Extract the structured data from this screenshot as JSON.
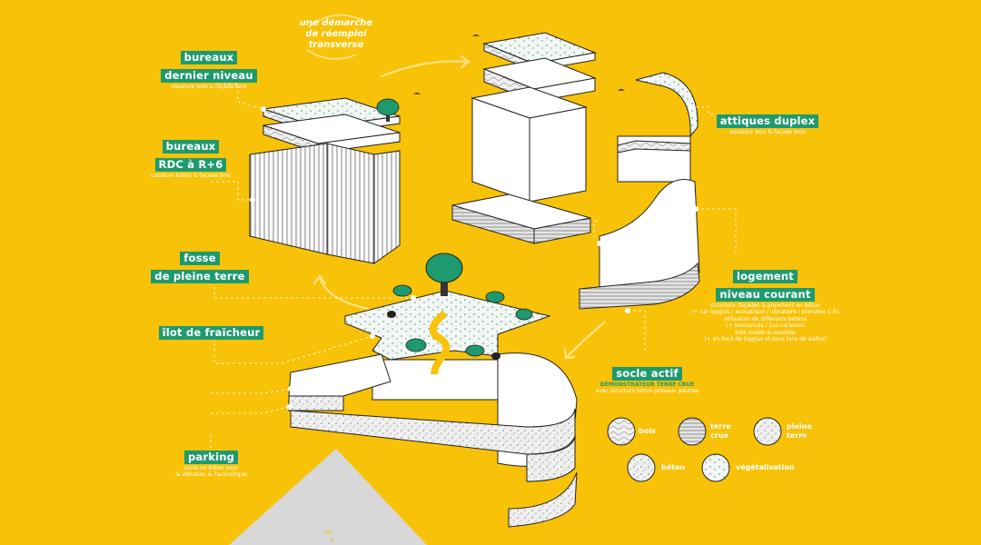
{
  "motto": {
    "line1": "une démarche",
    "line2": "de réemploi",
    "line3": "transverse"
  },
  "labels": {
    "bureaux_dernier": {
      "title1": "bureaux",
      "title2": "dernier niveau",
      "sub": "ossature bois & façade bois"
    },
    "bureaux_rdc": {
      "title1": "bureaux",
      "title2": "RDC à R+6",
      "sub": "ossature béton & façade bois"
    },
    "fosse": {
      "title1": "fosse",
      "title2": "de pleine terre"
    },
    "ilot": {
      "title": "îlot de fraîcheur"
    },
    "parking": {
      "title": "parking",
      "sub1": "socle en béton pour",
      "sub2": "la vibration & l'acoustique"
    },
    "attiques": {
      "title": "attiques duplex",
      "sub": "ossature bois & façade bois"
    },
    "logement": {
      "title1": "logement",
      "title2": "niveau courant",
      "sub1": "structure, façades & planchers en béton",
      "sub2": "(+ car loggias / acoustique / vibratoire / plancher C-R)",
      "sub3": "utilisation de différents bétons",
      "sub4": "(+ biosourcés / bas carbone)",
      "sub5": "bois visible & sensible",
      "sub6": "(+ en fond de loggias et sous face de dalles)"
    },
    "socle": {
      "title": "socle actif",
      "sub1": "DÉMONSTRATEUR TERRE CRUE",
      "sub2": "avec structure béton poteaux poutres"
    }
  },
  "legend": {
    "bois": "bois",
    "terre_crue1": "terre",
    "terre_crue2": "crue",
    "pleine_terre1": "pleine",
    "pleine_terre2": "terre",
    "beton": "béton",
    "vegetalisation": "végétalisation"
  },
  "corner": {
    "line1": "Fa",
    "line2": "s"
  },
  "colors": {
    "background": "#F8C208",
    "accent_green": "#1F9A6E",
    "line": "#222222",
    "panel": "#FFFFFF",
    "card": "#D8D8D8",
    "path": "#F8C208"
  }
}
